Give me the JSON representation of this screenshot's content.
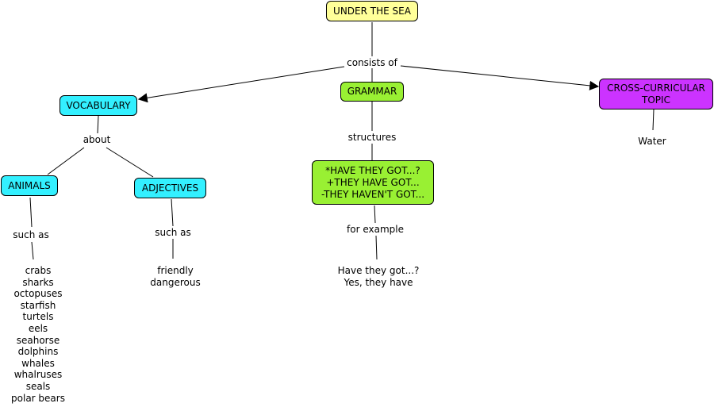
{
  "colors": {
    "root": "#ffff99",
    "vocab": "#33f0ff",
    "grammar": "#99f033",
    "crosscurricular": "#cc33ff"
  },
  "root": {
    "label": "UNDER THE SEA"
  },
  "link_consists": "consists of",
  "vocabulary": {
    "label": "VOCABULARY",
    "link": "about",
    "animals": {
      "label": "ANIMALS",
      "link": "such as",
      "items": "crabs\nsharks\noctopuses\nstarfish\nturtels\neels\nseahorse\ndolphins\nwhales\nwhalruses\nseals\npolar bears"
    },
    "adjectives": {
      "label": "ADJECTIVES",
      "link": "such as",
      "items": "friendly\ndangerous"
    }
  },
  "grammar": {
    "label": "GRAMMAR",
    "link": "structures",
    "structures": {
      "label": "*HAVE THEY GOT...?\n+THEY HAVE GOT...\n-THEY HAVEN'T GOT...",
      "link": "for example",
      "example": "Have they got...?\nYes, they have"
    }
  },
  "crosscurricular": {
    "label": "CROSS-CURRICULAR\nTOPIC",
    "item": "Water"
  }
}
